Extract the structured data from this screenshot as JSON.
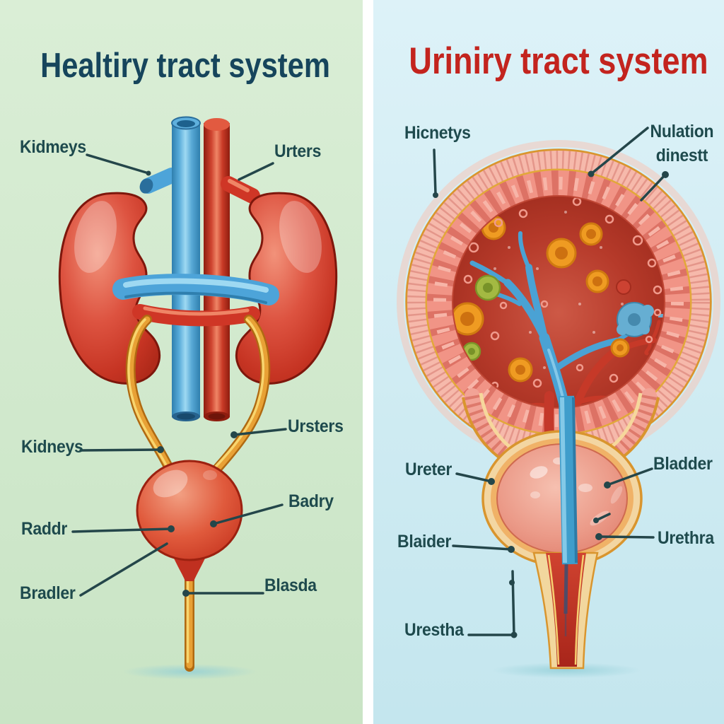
{
  "left_panel": {
    "title": "Healtiry tract system",
    "labels": {
      "kidmeys": "Kidmeys",
      "urters": "Urters",
      "kidneys": "Kidneys",
      "ursters": "Ursters",
      "raddr": "Raddr",
      "badry": "Badry",
      "bradler": "Bradler",
      "blasda": "Blasda"
    }
  },
  "right_panel": {
    "title": "Uriniry tract system",
    "labels": {
      "hicnetys": "Hicnetys",
      "nulation_line1": "Nulation",
      "nulation_line2": "dinestt",
      "ureter": "Ureter",
      "bladder": "Bladder",
      "blaider": "Blaider",
      "urethra": "Urethra",
      "urestha": "Urestha"
    }
  },
  "colors": {
    "left_bg_top": "#daeed6",
    "left_bg_bottom": "#c9e4c5",
    "right_bg_top": "#ddf2f8",
    "right_bg_bottom": "#c4e6ee",
    "divider": "#ffffff",
    "left_title": "#16455c",
    "right_title": "#c3241e",
    "label_text": "#1e4a4d",
    "leader_line": "#24464a",
    "kidney_red": "#d84733",
    "vessel_blue": "#4da4d9",
    "vessel_red": "#cf3626",
    "ureter_orange": "#e8a135",
    "bladder_red": "#d23b27",
    "ring_pink": "#f19486",
    "interior_red": "#aa3021",
    "bladder_pink": "#e88a79",
    "gold_wall": "#d9952e",
    "catheter_blue": "#3f9dcb"
  }
}
